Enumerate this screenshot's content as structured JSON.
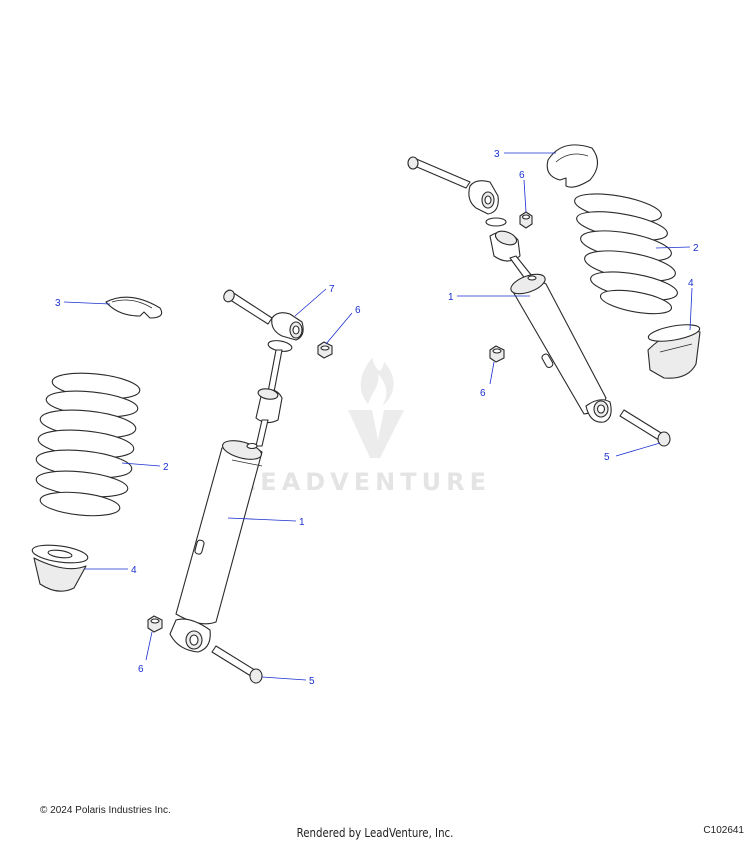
{
  "diagram": {
    "callouts_left": {
      "shock": "1",
      "spring": "2",
      "spring_retainer_top": "3",
      "spring_seat_bottom": "4",
      "bolt_lower": "5",
      "nut_lower": "6",
      "nut_upper": "6",
      "bushing_upper": "7"
    },
    "callouts_right": {
      "shock": "1",
      "spring": "2",
      "spring_retainer_top": "3",
      "spring_seat_bottom": "4",
      "bolt_lower": "5",
      "nut_upper": "6",
      "nut_lower": "6"
    },
    "watermark": "LEADVENTURE"
  },
  "footer": {
    "copyright": "© 2024 Polaris Industries Inc.",
    "rendered_by": "Rendered by LeadVenture, Inc.",
    "figure_code": "C102641"
  },
  "colors": {
    "callout": "#1a2fcf",
    "line_art": "#2a2a2a",
    "watermark": "#e4e4e4"
  }
}
